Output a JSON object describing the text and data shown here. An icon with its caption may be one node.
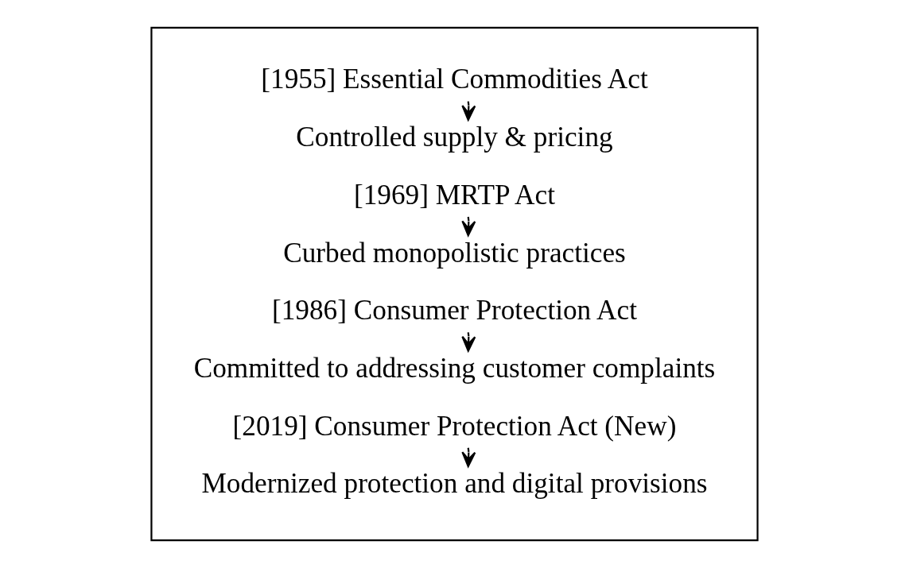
{
  "diagram": {
    "nodes": [
      {
        "text": [],
        "shape": "box"
      },
      {
        "text": [
          "[1955] Essential Commodities Act"
        ],
        "in": 0
      },
      {
        "text": [
          "Controlled supply & pricing"
        ],
        "in": 0
      },
      {
        "text": [
          "[1969] MRTP Act"
        ],
        "in": 0
      },
      {
        "text": [
          "Curbed monopolistic practices"
        ],
        "in": 0
      },
      {
        "text": [
          "[1986] Consumer Protection Act"
        ],
        "in": 0
      },
      {
        "text": [
          "Committed to addressing customer complaints"
        ],
        "in": 0
      },
      {
        "text": [
          "[2019] Consumer Protection Act (New)"
        ],
        "in": 0
      },
      {
        "text": [
          "Modernized protection and digital provisions"
        ],
        "in": 0
      }
    ],
    "edges": [
      {
        "from": 1,
        "to": 2,
        "arrow": "to"
      },
      {
        "from": 3,
        "to": 4,
        "arrow": "to"
      },
      {
        "from": 5,
        "to": 6,
        "arrow": "to"
      },
      {
        "from": 7,
        "to": 8,
        "arrow": "to"
      }
    ]
  }
}
